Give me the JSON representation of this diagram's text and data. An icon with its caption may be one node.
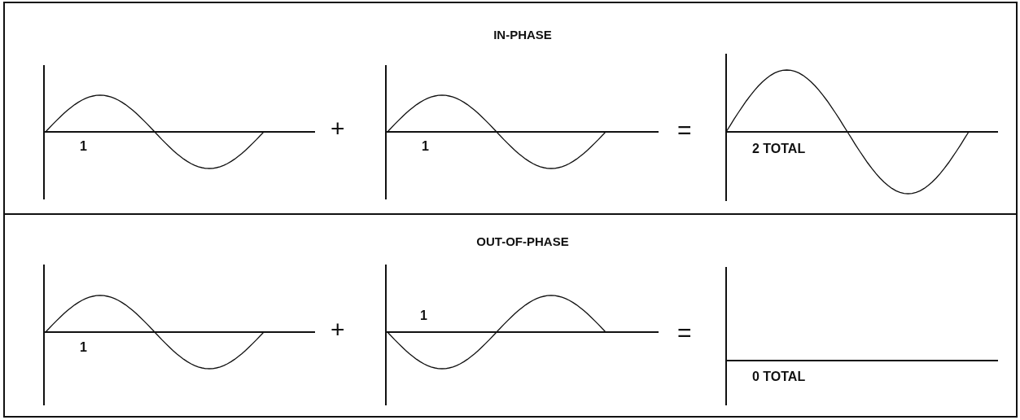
{
  "diagram": {
    "nodes": [
      {
        "text": [
          "IN-PHASE"
        ]
      },
      {
        "text": [
          "OUT-OF-PHASE"
        ]
      }
    ],
    "labels": [
      "1",
      "+",
      "1",
      "=",
      "2 TOTAL",
      "1",
      "+",
      "1",
      "=",
      "0 TOTAL"
    ]
  }
}
